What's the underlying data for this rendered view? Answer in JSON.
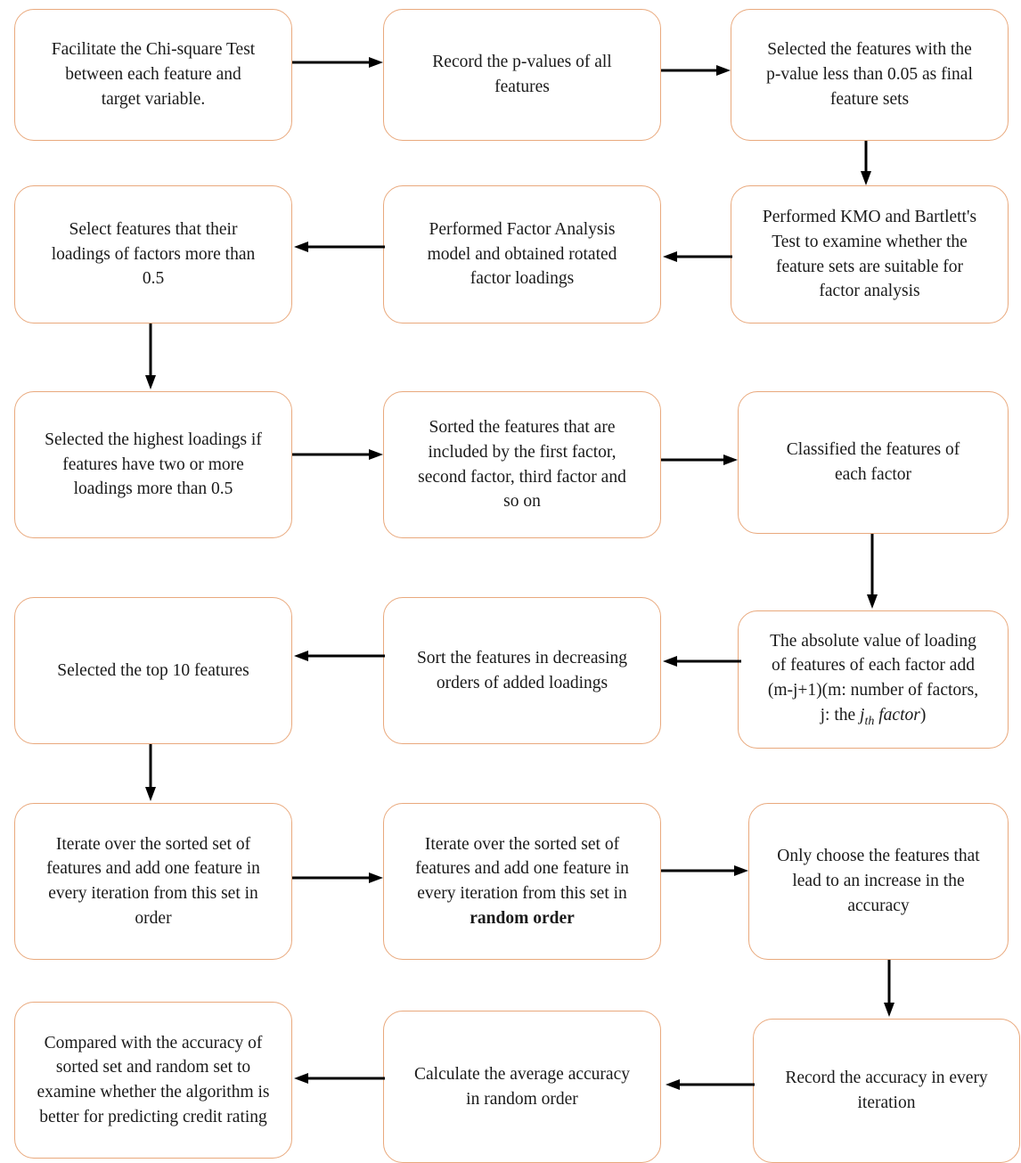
{
  "diagram": {
    "title": "Feature selection and factor analysis flowchart",
    "style": {
      "node_border_color": "#e9a97d",
      "node_fill_color": "#ffffff",
      "arrow_color": "#000000",
      "text_color": "#1a1a1a",
      "background": "#ffffff"
    },
    "nodes": [
      {
        "id": "n1",
        "lines": [
          "Facilitate the Chi-square Test",
          "between each feature and",
          "target variable."
        ]
      },
      {
        "id": "n2",
        "lines": [
          "Record the p-values of all",
          "features"
        ]
      },
      {
        "id": "n3",
        "lines": [
          "Selected the features with the",
          "p-value less than 0.05 as final",
          "feature sets"
        ]
      },
      {
        "id": "n4",
        "lines": [
          "Performed KMO and Bartlett's",
          "Test to examine whether the",
          "feature sets are suitable for",
          "factor analysis"
        ]
      },
      {
        "id": "n5",
        "lines": [
          "Performed Factor Analysis",
          "model and obtained rotated",
          "factor loadings"
        ]
      },
      {
        "id": "n6",
        "lines": [
          "Select features that their",
          "loadings of factors more than",
          "0.5"
        ]
      },
      {
        "id": "n7",
        "lines": [
          "Selected the highest loadings if",
          "features have two or more",
          "loadings more than 0.5"
        ]
      },
      {
        "id": "n8",
        "lines": [
          "Sorted the features that are",
          "included by the first factor,",
          "second factor, third factor and",
          "so on"
        ]
      },
      {
        "id": "n9",
        "lines": [
          "Classified the features of",
          "each factor"
        ]
      },
      {
        "id": "n10",
        "lines": [
          "The absolute value of loading",
          "of features of each factor add",
          "(m-j+1)(m: number of factors,",
          "j: the "
        ],
        "math_suffix": {
          "variable": "j",
          "subscript": "th",
          "word": "factor",
          "closing": ")"
        }
      },
      {
        "id": "n11",
        "lines": [
          "Sort the features in decreasing",
          "orders of added loadings"
        ]
      },
      {
        "id": "n12",
        "lines": [
          "Selected the top 10 features"
        ]
      },
      {
        "id": "n13",
        "lines": [
          "Iterate over the sorted set of",
          "features and add one feature in",
          "every iteration from this set in",
          "order"
        ]
      },
      {
        "id": "n14",
        "lines": [
          "Iterate over the sorted set of",
          "features and add one feature in",
          "every iteration from this set in"
        ],
        "bold_line": "random order"
      },
      {
        "id": "n15",
        "lines": [
          "Only choose the features that",
          "lead to an increase in the",
          "accuracy"
        ]
      },
      {
        "id": "n16",
        "lines": [
          "Record the accuracy in every",
          "iteration"
        ]
      },
      {
        "id": "n17",
        "lines": [
          "Calculate the average accuracy",
          "in random order"
        ]
      },
      {
        "id": "n18",
        "lines": [
          "Compared with the accuracy of",
          "sorted set and random set to",
          "examine whether the algorithm is",
          "better for predicting credit rating"
        ]
      }
    ],
    "edges": [
      {
        "from": "n1",
        "to": "n2",
        "direction": "right"
      },
      {
        "from": "n2",
        "to": "n3",
        "direction": "right"
      },
      {
        "from": "n3",
        "to": "n4",
        "direction": "down"
      },
      {
        "from": "n4",
        "to": "n5",
        "direction": "left"
      },
      {
        "from": "n5",
        "to": "n6",
        "direction": "left"
      },
      {
        "from": "n6",
        "to": "n7",
        "direction": "down"
      },
      {
        "from": "n7",
        "to": "n8",
        "direction": "right"
      },
      {
        "from": "n8",
        "to": "n9",
        "direction": "right"
      },
      {
        "from": "n9",
        "to": "n10",
        "direction": "down"
      },
      {
        "from": "n10",
        "to": "n11",
        "direction": "left"
      },
      {
        "from": "n11",
        "to": "n12",
        "direction": "left"
      },
      {
        "from": "n12",
        "to": "n13",
        "direction": "down"
      },
      {
        "from": "n13",
        "to": "n14",
        "direction": "right"
      },
      {
        "from": "n14",
        "to": "n15",
        "direction": "right"
      },
      {
        "from": "n15",
        "to": "n16",
        "direction": "down"
      },
      {
        "from": "n16",
        "to": "n17",
        "direction": "left"
      },
      {
        "from": "n17",
        "to": "n18",
        "direction": "left"
      }
    ]
  }
}
